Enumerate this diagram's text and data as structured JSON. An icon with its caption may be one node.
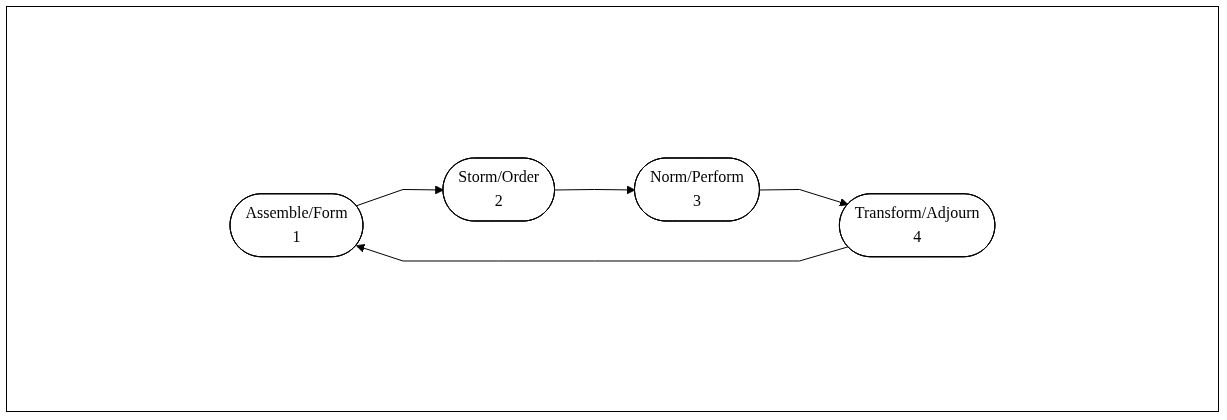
{
  "diagram": {
    "nodes": [
      {
        "text": [
          "Assemble/Form",
          "1"
        ]
      },
      {
        "text": [
          "Storm/Order",
          "2"
        ]
      },
      {
        "text": [
          "Norm/Perform",
          "3"
        ]
      },
      {
        "text": [
          "Transform/Adjourn",
          "4"
        ]
      }
    ],
    "edges": [
      {
        "from": 3,
        "to": 0,
        "arrow": "to"
      },
      {
        "from": 0,
        "to": 1,
        "arrow": "to"
      },
      {
        "from": 1,
        "to": 2,
        "arrow": "to"
      },
      {
        "from": 2,
        "to": 3,
        "arrow": "to"
      }
    ]
  }
}
